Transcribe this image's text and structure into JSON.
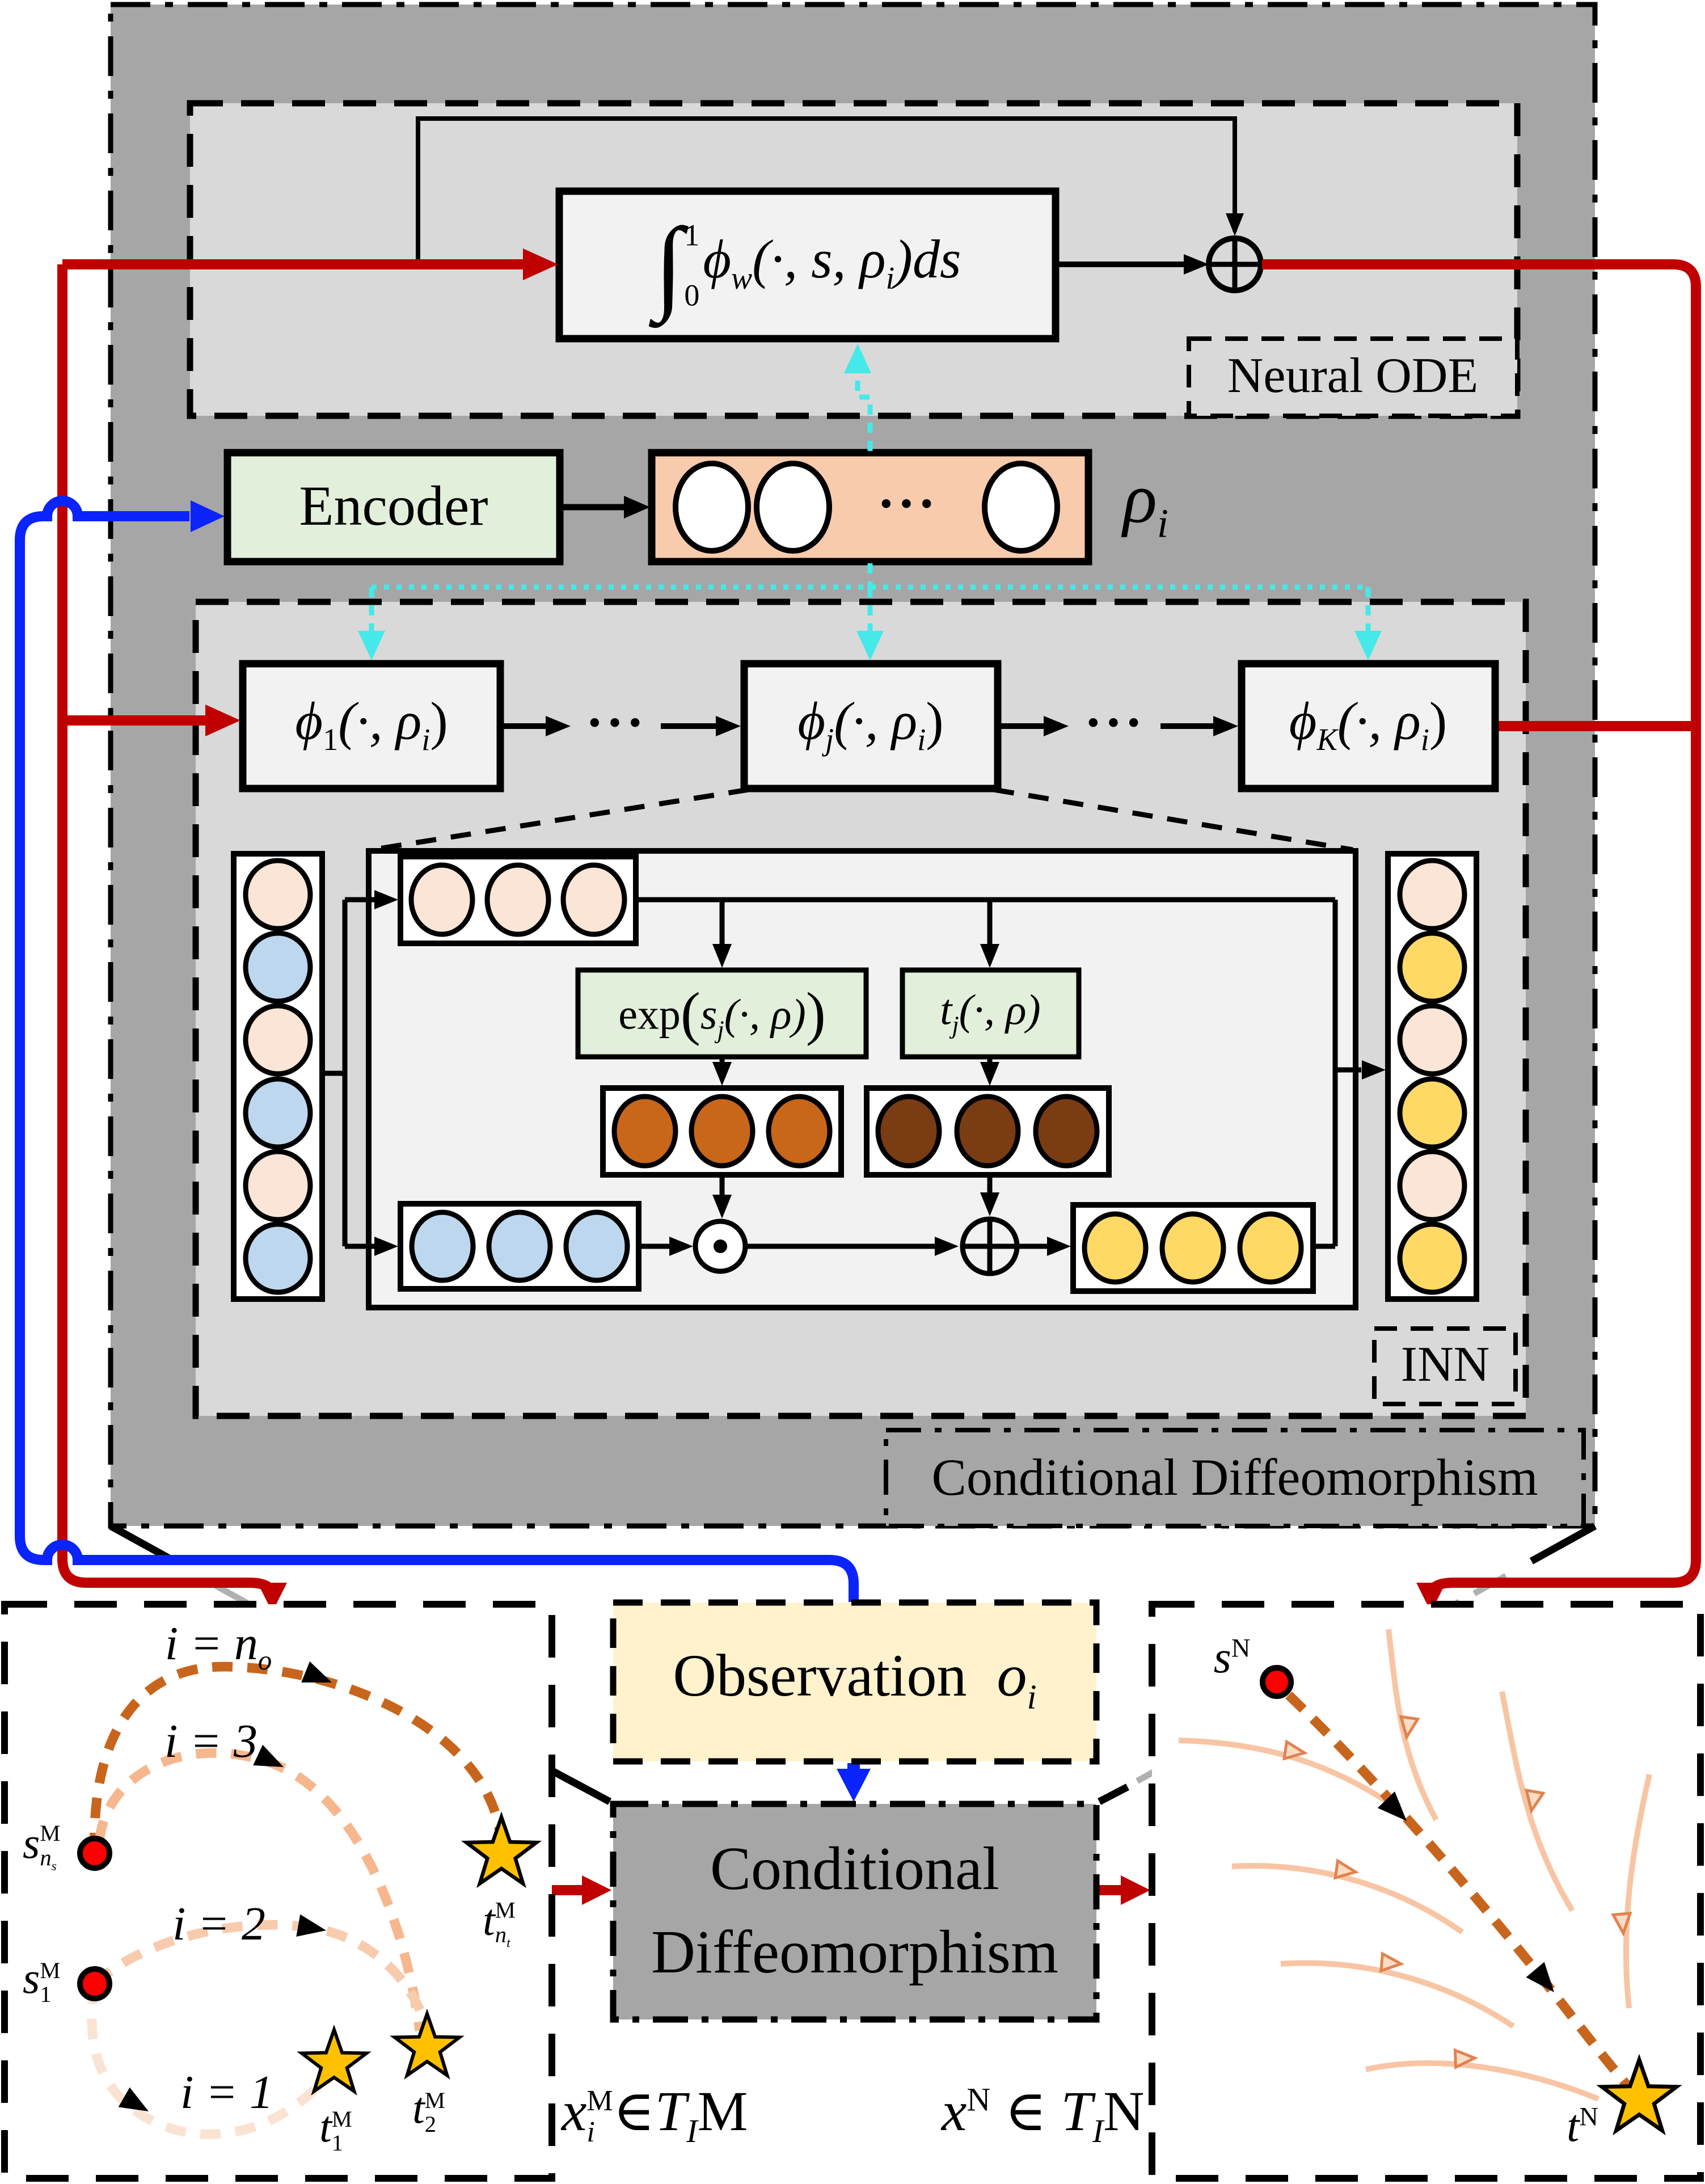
{
  "colors": {
    "outer_gray": "#a6a6a6",
    "region_gray": "#d9d9d9",
    "box_gray": "#f2f2f2",
    "green": "#e2efda",
    "salmon": "#f8cbad",
    "cream": "#fff2cc",
    "peach": "#fbe5d6",
    "light_blue": "#bdd7ee",
    "orange": "#c8661a",
    "brown": "#7a3c12",
    "yellow": "#ffd966",
    "gold": "#ffc000",
    "red": "#c00000",
    "bright_red": "#ff0000",
    "blue": "#0b24fb",
    "cyan": "#45e9e9",
    "traj_i1": "#fbe3d3",
    "traj_i2": "#f8cbad",
    "traj_i3": "#f6b78f",
    "traj_dark": "#c8651d"
  },
  "neural_ode": {
    "label": "Neural ODE",
    "integral": {
      "int": "∫",
      "sup": "1",
      "sub": "0",
      "phi": "ϕ",
      "phi_sub": "w",
      "mid": "(·, s, ρ",
      "rho_sub": "i",
      "end": ")ds"
    }
  },
  "encoder": {
    "label": "Encoder"
  },
  "rho": {
    "dots": "···",
    "symbol": "ρ",
    "sub": "i"
  },
  "phi_chain": {
    "dots_left": "···",
    "dots_right": "···",
    "boxes": [
      {
        "phi": "ϕ",
        "sub": "1",
        "open": "(·, ρ",
        "rho_sub": "i",
        "close": ")"
      },
      {
        "phi": "ϕ",
        "sub": "j",
        "open": "(·, ρ",
        "rho_sub": "i",
        "close": ")"
      },
      {
        "phi": "ϕ",
        "sub": "K",
        "open": "(·, ρ",
        "rho_sub": "i",
        "close": ")"
      }
    ]
  },
  "inn": {
    "label": "INN",
    "exp_box": {
      "p1": "exp",
      "lp": "(",
      "s": "s",
      "s_sub": "j",
      "p2": "(·, ρ)",
      "rp": ")"
    },
    "t_box": {
      "t": "t",
      "sub": "j",
      "rest": "(·, ρ)"
    }
  },
  "cond_diffeo": {
    "label": "Conditional Diffeomorphism",
    "line1": "Conditional",
    "line2": "Diffeomorphism"
  },
  "observation": {
    "label": "Observation",
    "var": "o",
    "var_sub": "i"
  },
  "left_panel": {
    "i_labels": [
      {
        "pre": "i = n",
        "sub": "o"
      },
      {
        "pre": "i = 3",
        "sub": ""
      },
      {
        "pre": "i = 2",
        "sub": ""
      },
      {
        "pre": "i = 1",
        "sub": ""
      }
    ],
    "s_top": {
      "base": "s",
      "sup": "M",
      "sub": "n",
      "subsub": "s"
    },
    "s_bottom": {
      "base": "s",
      "sup": "M",
      "sub": "1",
      "subsub": ""
    },
    "t_right": {
      "base": "t",
      "sup": "M",
      "sub": "n",
      "subsub": "t"
    },
    "t1": {
      "base": "t",
      "sup": "M",
      "sub": "1",
      "subsub": ""
    },
    "t2": {
      "base": "t",
      "sup": "M",
      "sub": "2",
      "subsub": ""
    },
    "domain": {
      "x": "x",
      "sup": "M",
      "sub": "i",
      "mid": "∈",
      "T": "T",
      "T_sub": "I",
      "space": "M"
    }
  },
  "right_panel": {
    "s_label": {
      "base": "s",
      "sup": "N"
    },
    "t_label": {
      "base": "t",
      "sup": "N"
    },
    "domain": {
      "x": "x",
      "sup": "N",
      "mid": " ∈ ",
      "T": "T",
      "T_sub": "I",
      "space": "N"
    }
  }
}
